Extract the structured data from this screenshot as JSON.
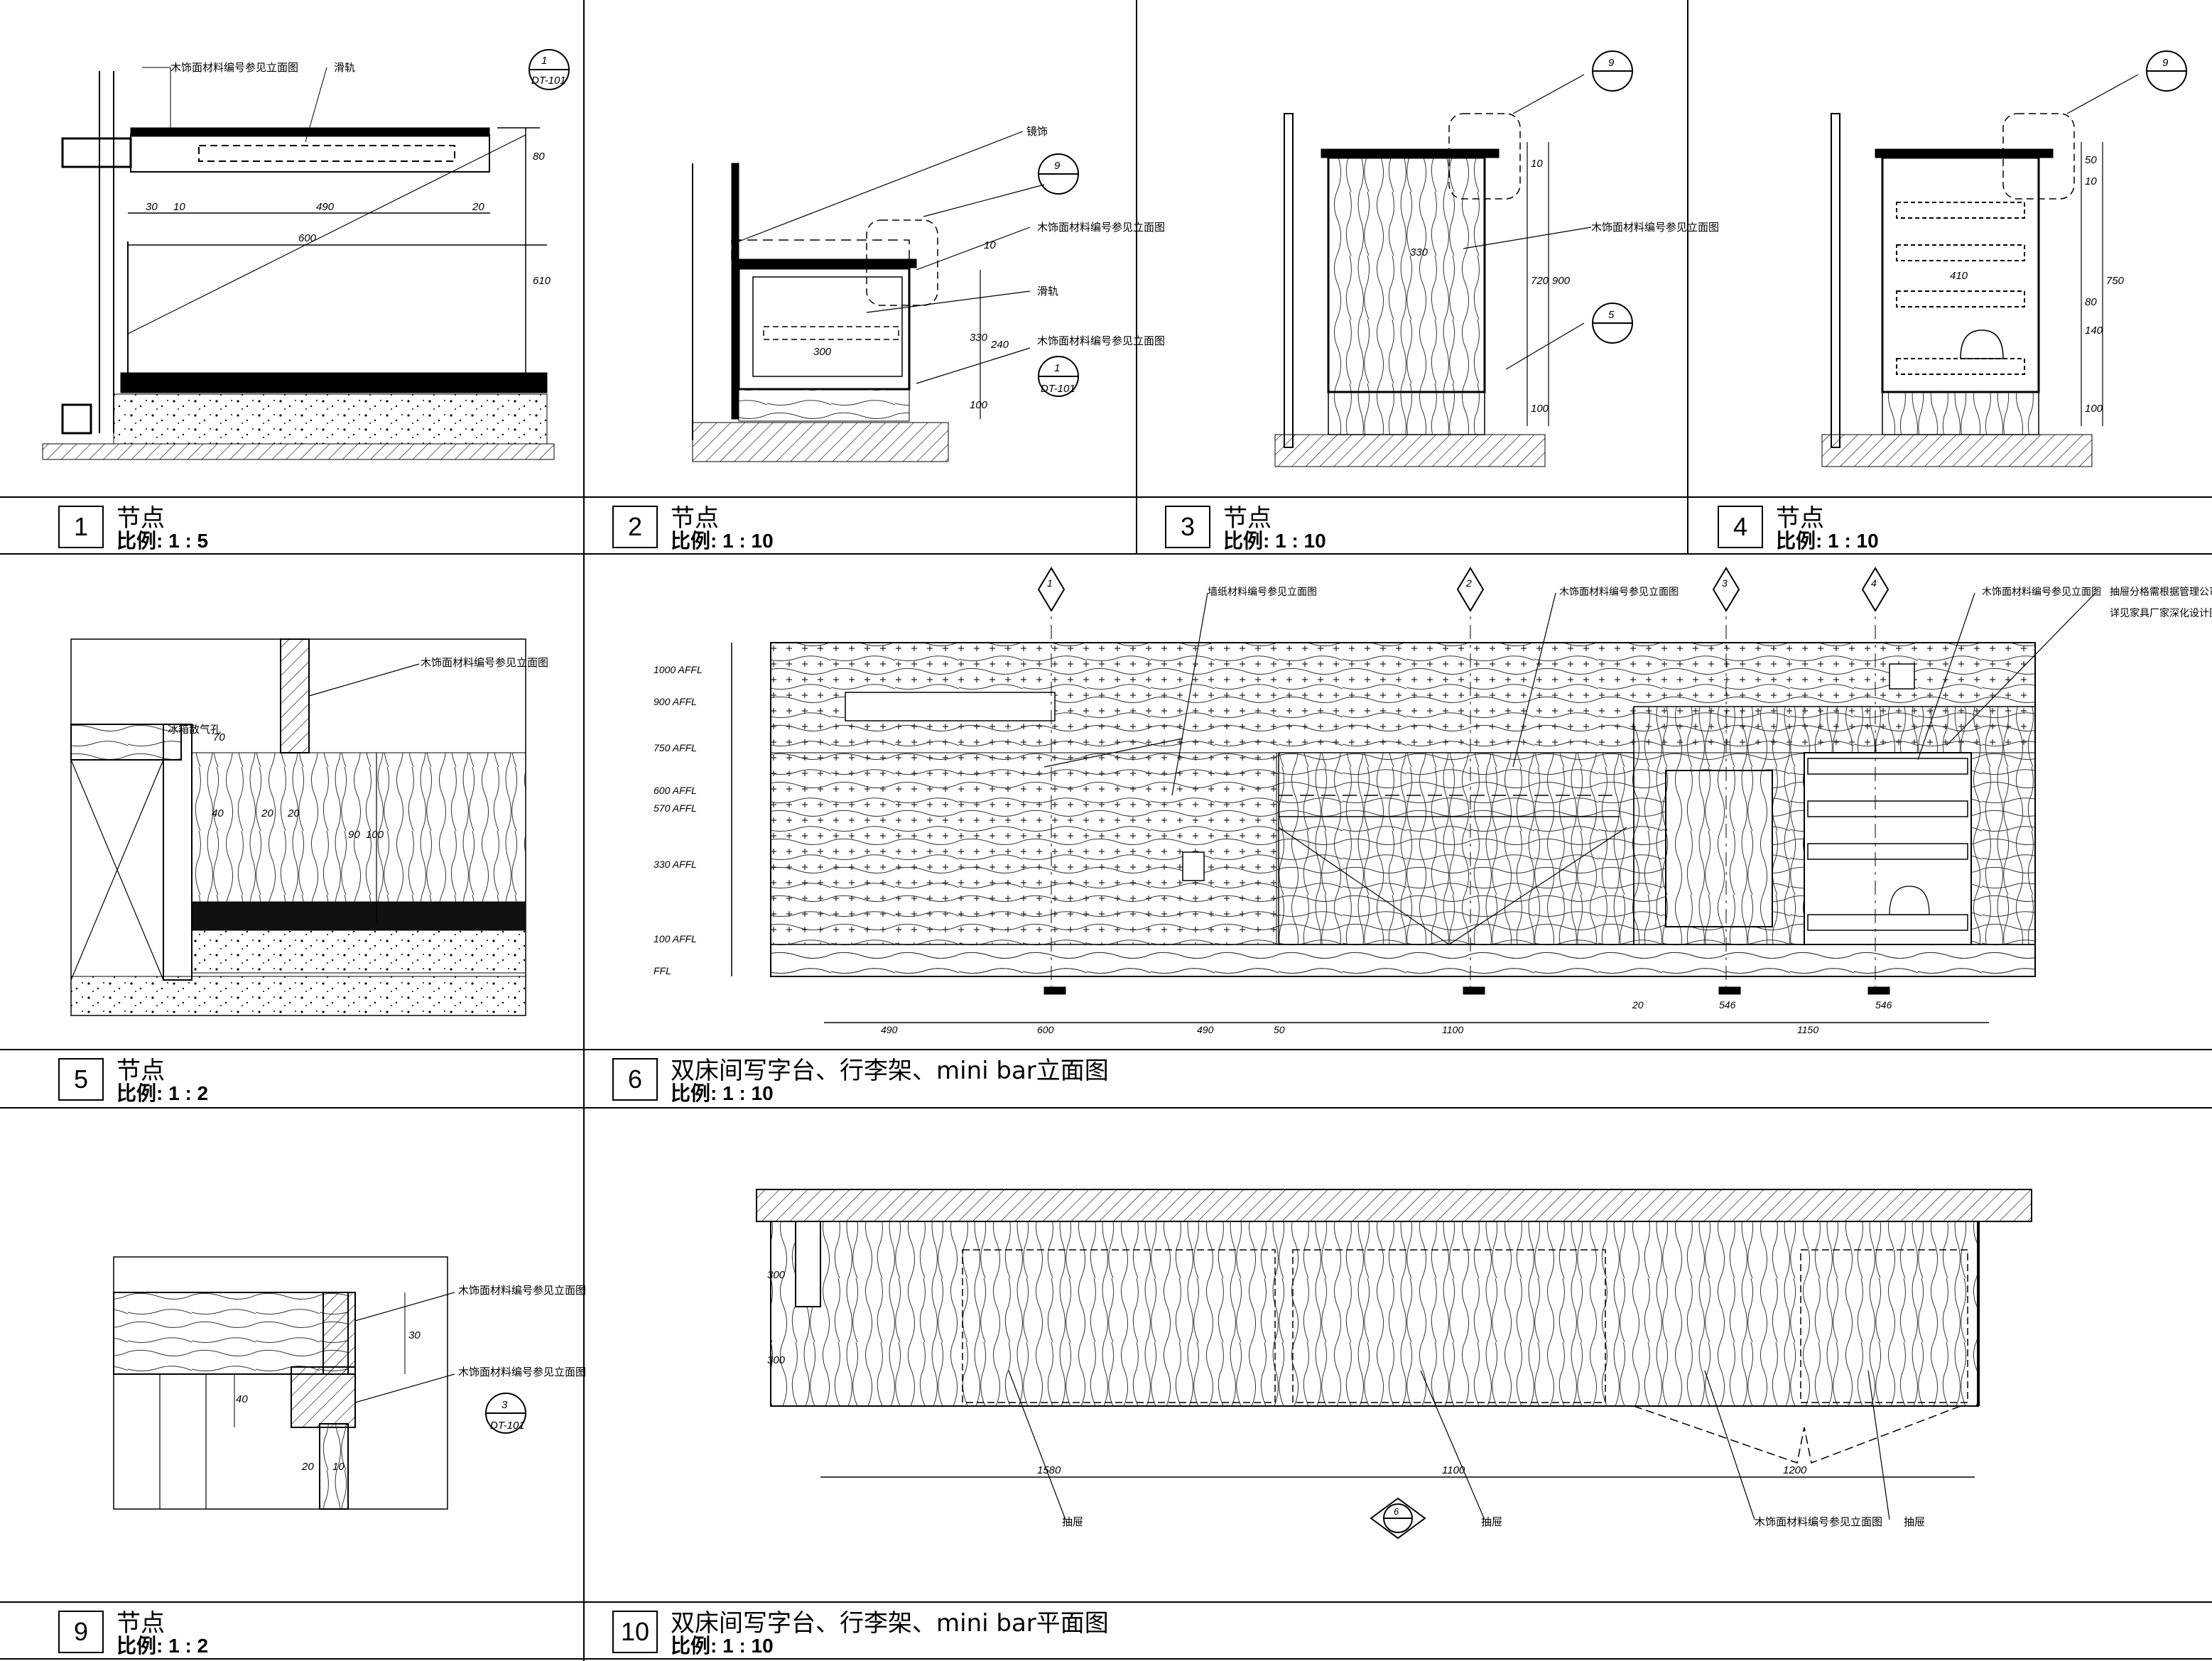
{
  "panels": [
    {
      "num": "1",
      "title": "节点",
      "scale": "比例: 1 : 5"
    },
    {
      "num": "2",
      "title": "节点",
      "scale": "比例: 1 : 10"
    },
    {
      "num": "3",
      "title": "节点",
      "scale": "比例: 1 : 10"
    },
    {
      "num": "4",
      "title": "节点",
      "scale": "比例: 1 : 10"
    },
    {
      "num": "5",
      "title": "节点",
      "scale": "比例: 1 : 2"
    },
    {
      "num": "6",
      "title": "双床间写字台、行李架、mini bar立面图",
      "scale": "比例: 1 : 10"
    },
    {
      "num": "9",
      "title": "节点",
      "scale": "比例: 1 : 2"
    },
    {
      "num": "10",
      "title": "双床间写字台、行李架、mini bar平面图",
      "scale": "比例: 1 : 10"
    }
  ],
  "notes": {
    "wood_finish": "木饰面材料编号参见立面图",
    "slide_rail": "滑轨",
    "mirror": "镜饰",
    "vent": "冰箱散气孔",
    "wall_finish": "墙纸材料编号参见立面图",
    "drawer": "抽屉",
    "drawer_note_1": "抽屉分格需根据管理公司要求",
    "drawer_note_2": "详见家具厂家深化设计图纸",
    "ref_dt": "DT-101"
  },
  "levels": [
    "1000 AFFL",
    "900 AFFL",
    "750 AFFL",
    "600 AFFL",
    "570 AFFL",
    "330 AFFL",
    "100 AFFL",
    "FFL"
  ],
  "dims": {
    "p1": [
      "30",
      "10",
      "490",
      "20",
      "600",
      "80",
      "610"
    ],
    "p2": [
      "300",
      "330",
      "240",
      "100",
      "10"
    ],
    "p3": [
      "330",
      "720",
      "900",
      "100",
      "10"
    ],
    "p4": [
      "410",
      "750",
      "100",
      "50",
      "140",
      "80",
      "10"
    ],
    "p5": [
      "70",
      "40",
      "20",
      "20",
      "90",
      "100"
    ],
    "p6": [
      "490",
      "600",
      "490",
      "50",
      "1100",
      "20",
      "546",
      "1150"
    ],
    "p9": [
      "30",
      "40",
      "20",
      "10"
    ],
    "p10": [
      "300",
      "1580",
      "1100",
      "1200"
    ]
  },
  "markers": {
    "c9": "9",
    "c5": "5",
    "c3": "3",
    "c1": "1",
    "s1": "1",
    "s2": "2",
    "s3": "3",
    "s4": "4",
    "s6": "6"
  }
}
